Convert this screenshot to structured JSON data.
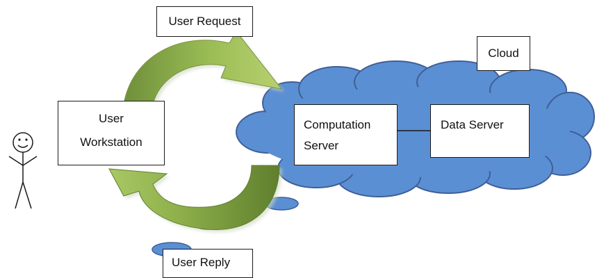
{
  "diagram": {
    "user_request_label": "User Request",
    "cloud_label": "Cloud",
    "workstation_label_line1": "User",
    "workstation_label_line2": "Workstation",
    "computation_label_line1": "Computation",
    "computation_label_line2": "Server",
    "data_server_label": "Data Server",
    "user_reply_label": "User Reply"
  },
  "colors": {
    "cloud_fill": "#5b8fd3",
    "cloud_outline": "#3f5f97",
    "arrow_light": "#a9c75f",
    "arrow_dark": "#5f7f2e"
  },
  "icons": [
    "stick-figure-icon",
    "cloud-icon",
    "arrow-icon"
  ]
}
